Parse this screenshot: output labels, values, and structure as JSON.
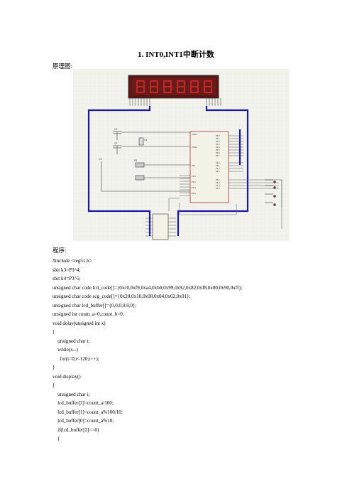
{
  "document": {
    "title": "1. INT0,INT1中断计数",
    "schematic_label": "原理图:",
    "program_label": "程序:",
    "code_lines": [
      "#include <reg51.h>",
      "sbit k3=P3^4;",
      "sbit k4=P3^5;",
      "unsigned char code lcd_code[]={0xc0,0xf9,0xa4,0xb0,0x99,0x92,0x82,0xf8,0x80,0x90,0xff};",
      "unsigned char code scg_code[]={0x20,0x10,0x08,0x04,0x02,0x01};",
      "unsigned char lcd_buffer[]={0,0,0,0,0,0};",
      "unsigned int count_a=0,count_b=0;",
      "void delay(unsigned int x)",
      "{",
      "    unsigned char t;",
      "    while(x--)",
      "      for(t=0;t<120;t++);",
      "}",
      "void display()",
      "{",
      "    unsigned char i;",
      "    lcd_buffer[2]=count_a/100;",
      "    lcd_buffer[1]=count_a%100/10;",
      "    lcd_buffer[0]=count_a%10;",
      "    if(lcd_buffer[2]==0)",
      "    {"
    ]
  },
  "colors": {
    "wire_blue": "#1a1aa8",
    "wire_gray": "#6a6a6a",
    "grid_bg": "#f3f3ee",
    "display_red": "#b02020",
    "display_bg": "#5a1515"
  }
}
